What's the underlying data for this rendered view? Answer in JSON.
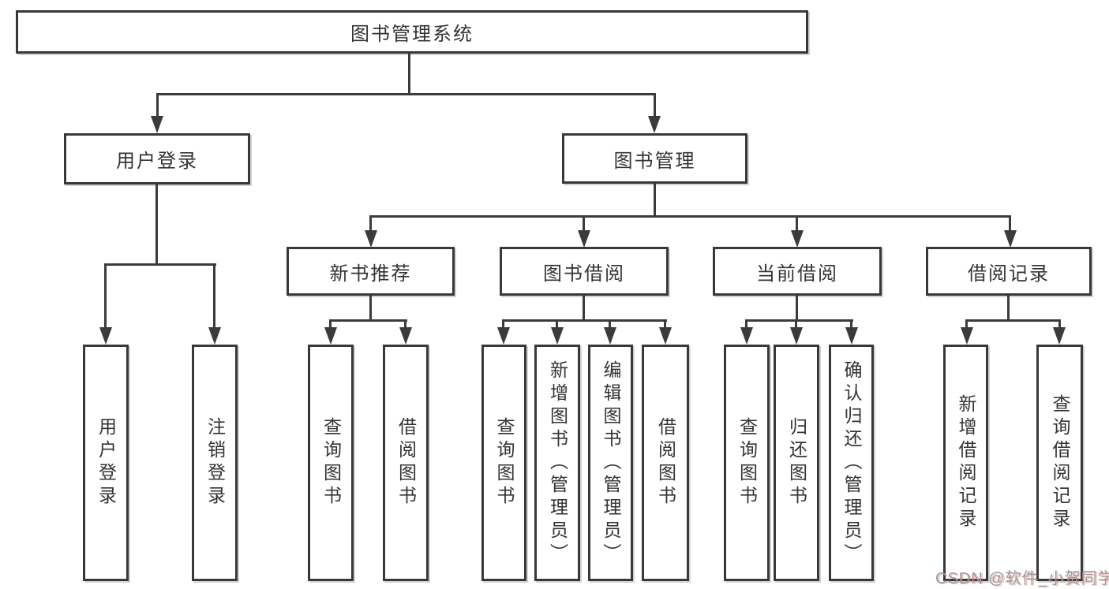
{
  "diagram": {
    "root": {
      "label": "图书管理系统"
    },
    "level1": [
      {
        "label": "用户登录"
      },
      {
        "label": "图书管理"
      }
    ],
    "level2": [
      {
        "label": "新书推荐"
      },
      {
        "label": "图书借阅"
      },
      {
        "label": "当前借阅"
      },
      {
        "label": "借阅记录"
      }
    ],
    "leaves": {
      "user_login": [
        "用户登录",
        "注销登录"
      ],
      "new_book": [
        "查询图书",
        "借阅图书"
      ],
      "book_borrow": [
        "查询图书",
        "新增图书（管理员）",
        "编辑图书（管理员）",
        "借阅图书"
      ],
      "current_borrow": [
        "查询图书",
        "归还图书",
        "确认归还（管理员）"
      ],
      "borrow_records": [
        "新增借阅记录",
        "查询借阅记录"
      ]
    }
  },
  "watermark": {
    "text": "CSDN @软件_小贺同学"
  },
  "colors": {
    "line": "#3b3b3b",
    "text": "#333333",
    "watermark_gray": "#9b9b9b",
    "background": "#ffffff"
  }
}
